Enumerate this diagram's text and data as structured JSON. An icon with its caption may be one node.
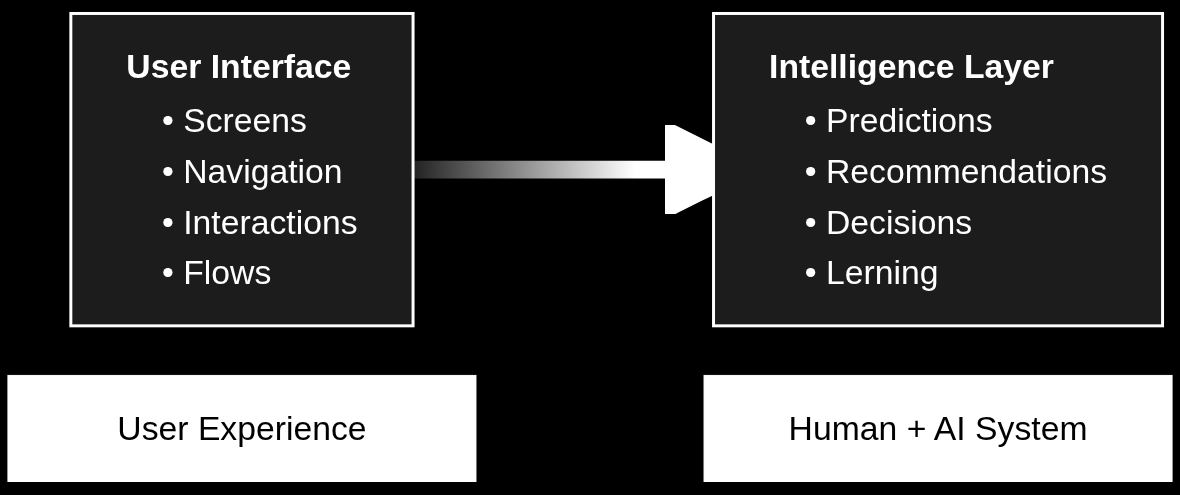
{
  "diagram": {
    "nodes": [
      {
        "text": [
          "User Interface",
          "• Screens",
          "• Navigation",
          "• Interactions",
          "• Flows"
        ]
      },
      {
        "text": [
          "Intelligence Layer",
          "• Predictions",
          "• Recommendations",
          "• Decisions",
          "• Lerning"
        ]
      },
      {
        "text": [
          "User Experience"
        ]
      },
      {
        "text": [
          "Human + AI System"
        ]
      }
    ],
    "edges": [
      {
        "from": 0,
        "to": 1,
        "arrow": "to",
        "style": "thick"
      }
    ]
  }
}
